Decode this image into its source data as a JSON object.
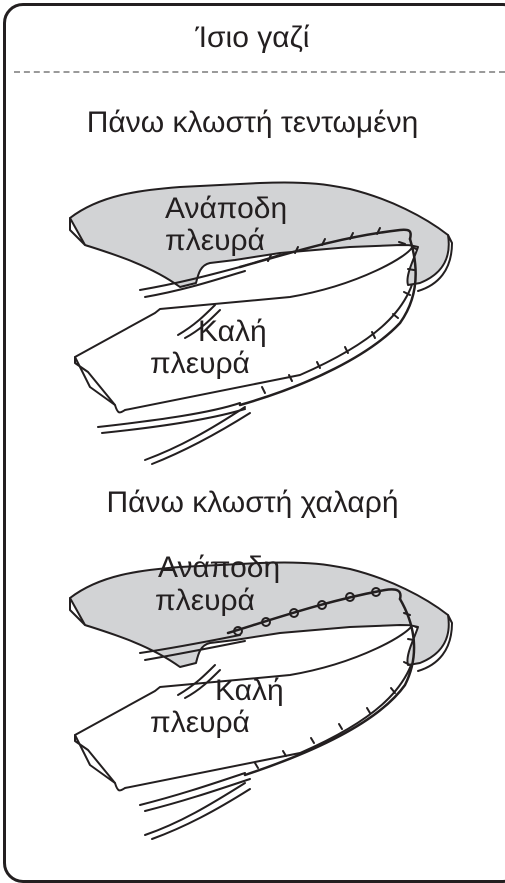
{
  "title": "Ίσιο γαζί",
  "sections": [
    {
      "heading": "Πάνω κλωστή τεντωμένη",
      "wrong_side": [
        "Ανάποδη",
        "πλευρά"
      ],
      "right_side": [
        "Καλή",
        "πλευρά"
      ]
    },
    {
      "heading": "Πάνω κλωστή χαλαρή",
      "wrong_side": [
        "Ανάποδη",
        "πλευρά"
      ],
      "right_side": [
        "Καλή",
        "πλευρά"
      ]
    }
  ],
  "colors": {
    "line": "#231f20",
    "fabric_top": "#d2d3d5",
    "fabric_bottom": "#ffffff",
    "divider": "#9a9a9a"
  }
}
